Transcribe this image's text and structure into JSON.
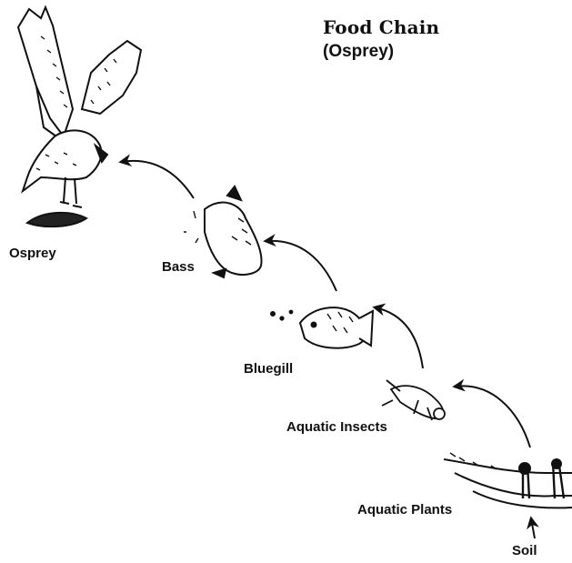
{
  "title": "Food Chain",
  "subtitle": "(Osprey)",
  "organisms": [
    {
      "name": "Osprey",
      "icon": "osprey-icon"
    },
    {
      "name": "Bass",
      "icon": "bass-icon"
    },
    {
      "name": "Bluegill",
      "icon": "bluegill-icon"
    },
    {
      "name": "Aquatic Insects",
      "icon": "insect-icon"
    },
    {
      "name": "Aquatic Plants",
      "icon": "plants-icon"
    },
    {
      "name": "Soil",
      "icon": "soil-arrow-icon"
    }
  ],
  "colors": {
    "ink": "#111111",
    "background": "#ffffff"
  }
}
